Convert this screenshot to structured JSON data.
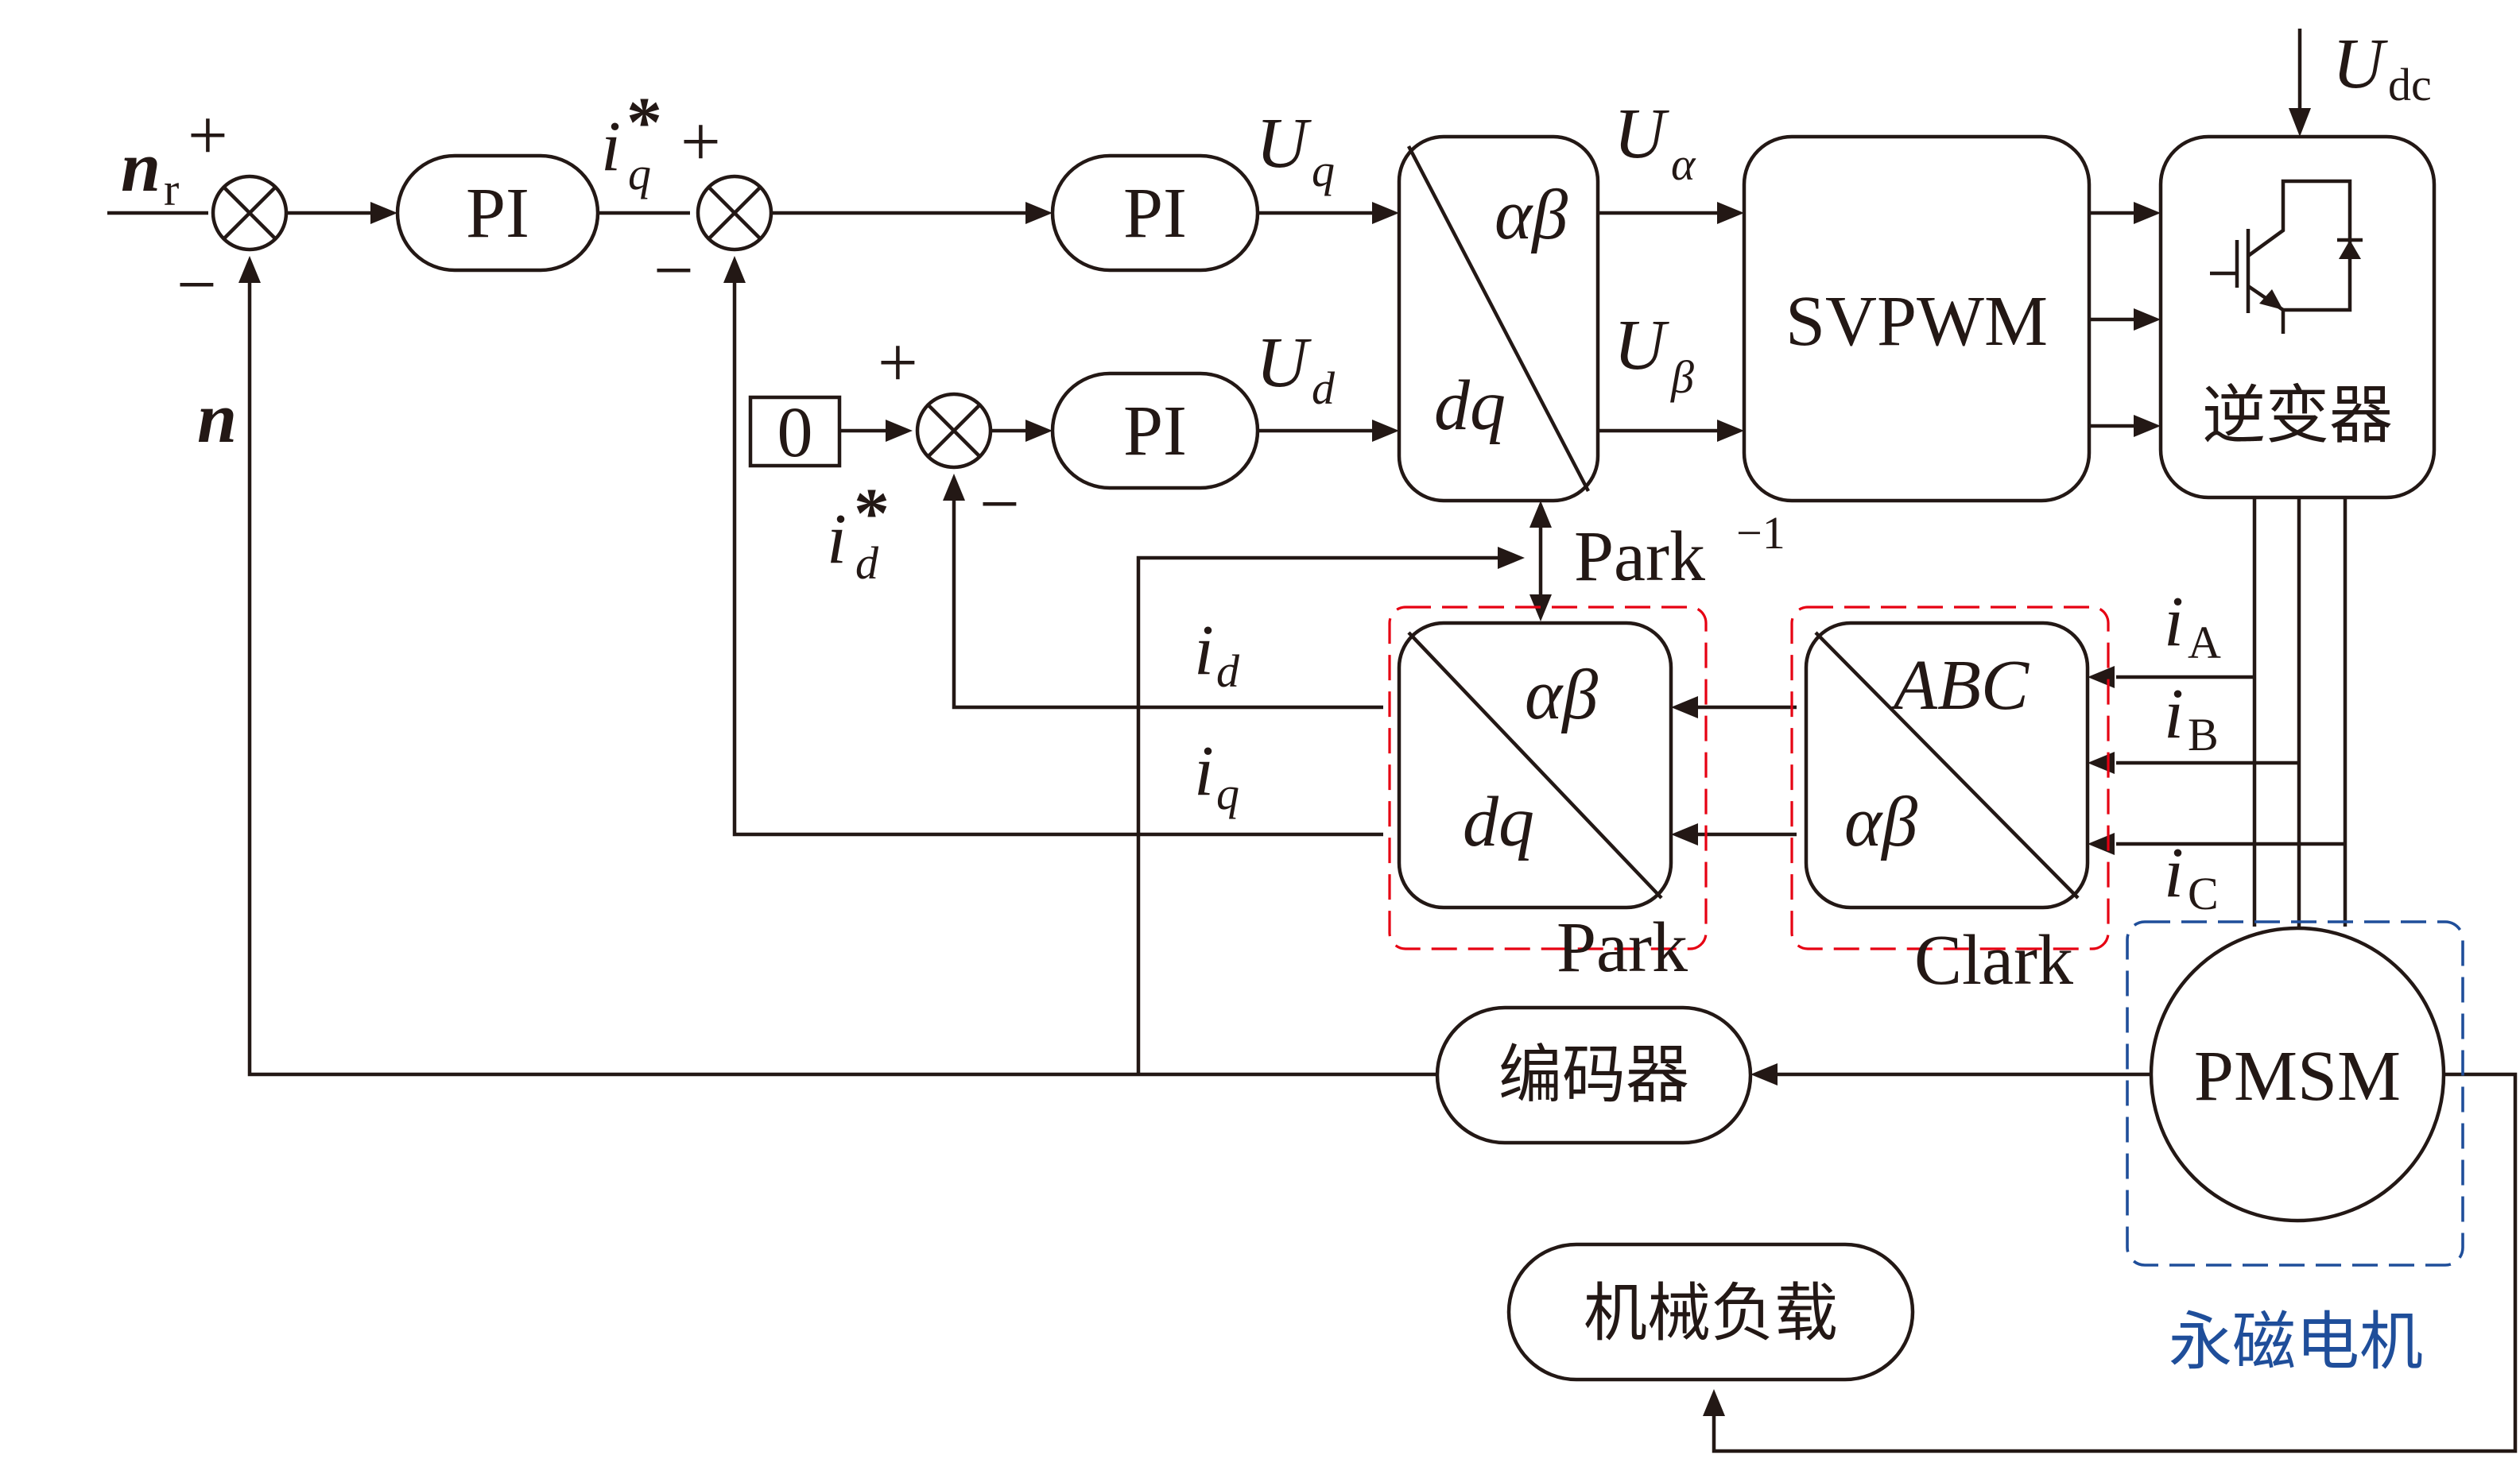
{
  "blocks": {
    "pi_label": "PI",
    "svpwm_label": "SVPWM",
    "inverter_label": "逆变器",
    "pmsm_label": "PMSM",
    "encoder_label": "编码器",
    "load_label": "机械负载",
    "zero_label": "0"
  },
  "transforms": {
    "inv_park_top": "αβ",
    "inv_park_bottom": "dq",
    "inv_park_name": "Park",
    "inv_park_sup": "−1",
    "park_top": "αβ",
    "park_bottom": "dq",
    "park_name": "Park",
    "clark_top": "ABC",
    "clark_bottom": "αβ",
    "clark_name": "Clark"
  },
  "signals": {
    "speed_ref": "n",
    "speed_ref_sub": "r",
    "speed_fb": "n",
    "i": "i",
    "q_sub": "q",
    "d_sub": "d",
    "star": "*",
    "U": "U",
    "alpha": "α",
    "beta": "β",
    "dc_sub": "dc",
    "A_sub": "A",
    "B_sub": "B",
    "C_sub": "C",
    "plus": "+",
    "minus": "−"
  },
  "motor_group_label": "永磁电机",
  "colors": {
    "line": "#231815",
    "park_clark_outline": "#e60012",
    "motor_group_outline": "#1f4e9a"
  }
}
